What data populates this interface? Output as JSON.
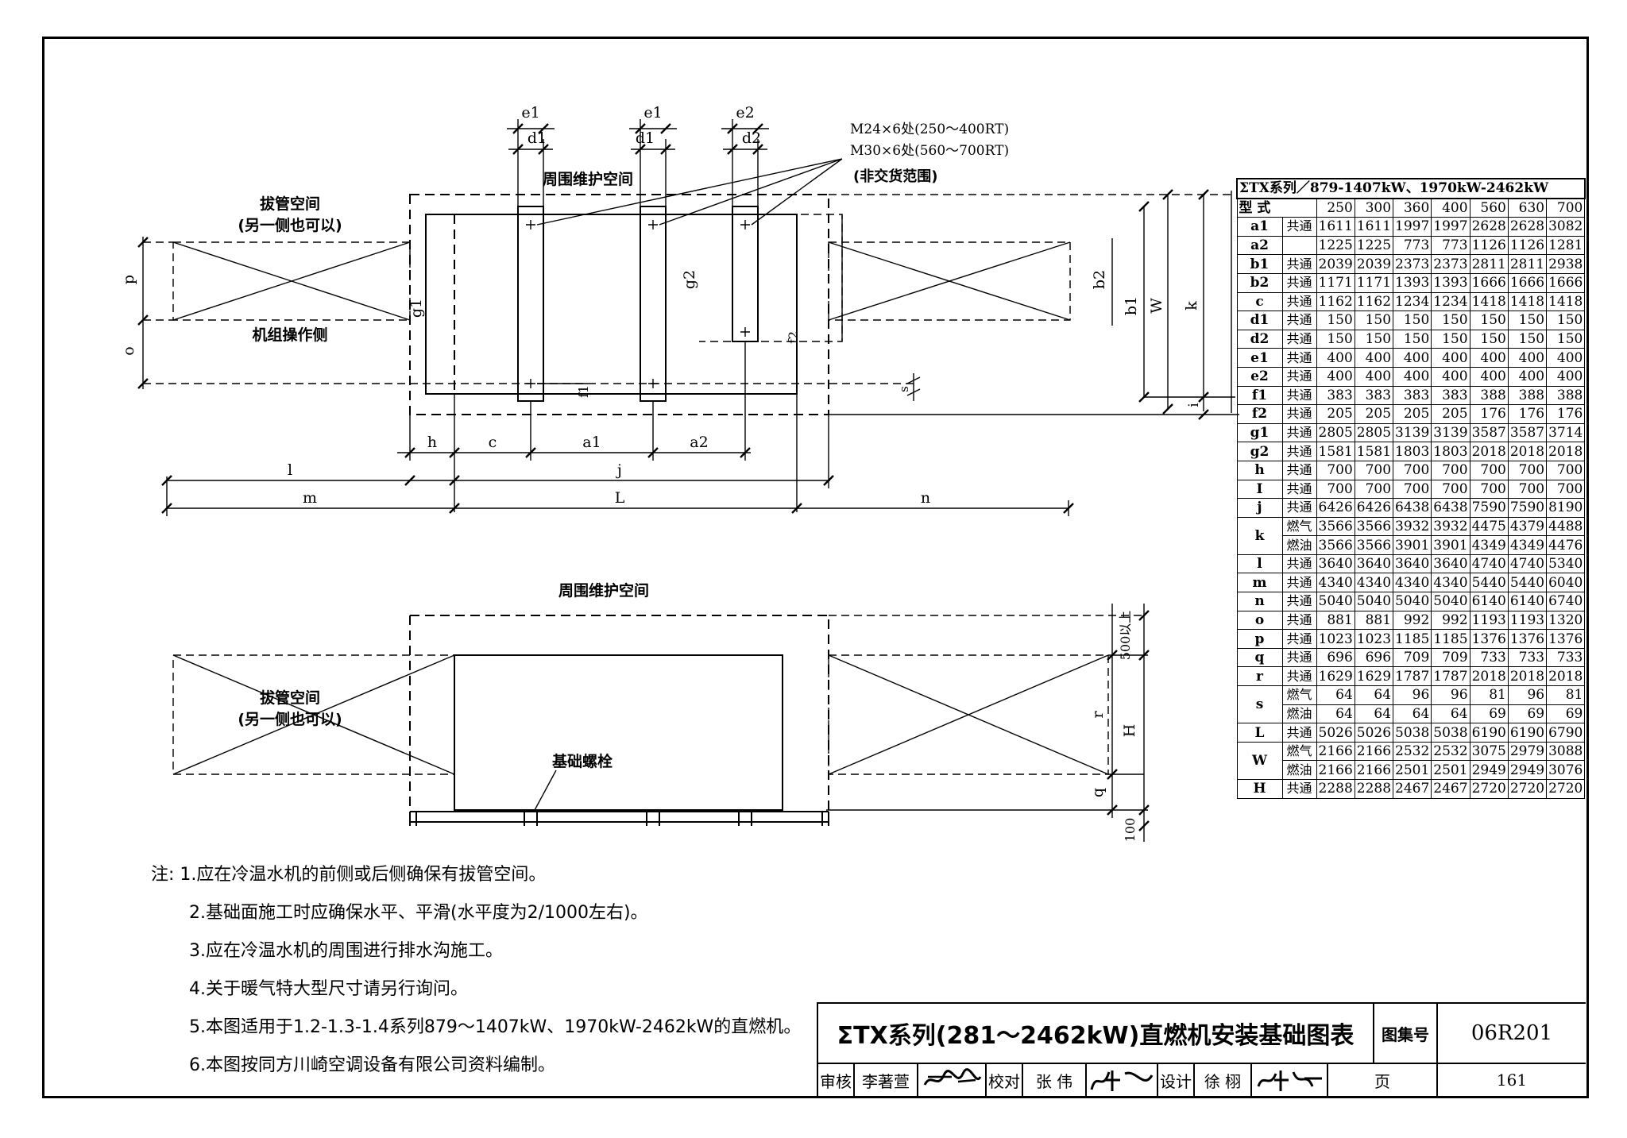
{
  "plan": {
    "clear_space_label": "周围维护空间",
    "pull_space_label_1": "拔管空间",
    "pull_space_label_2": "(另一侧也可以)",
    "operation_side_label": "机组操作侧",
    "bolt_note_1": "M24×6处(250～400RT)",
    "bolt_note_2": "M30×6处(560～700RT)",
    "bolt_note_3": "(非交货范围)",
    "dims": {
      "e1a": "e1",
      "d1a": "d1",
      "e1b": "e1",
      "d1b": "d1",
      "e2": "e2",
      "d2": "d2",
      "p": "p",
      "o": "o",
      "g1": "g1",
      "g2": "g2",
      "b2": "b2",
      "b1": "b1",
      "W": "W",
      "k": "k",
      "f1": "f1",
      "f2": "f2",
      "s": "s",
      "i": "i",
      "h": "h",
      "c": "c",
      "a1": "a1",
      "a2": "a2",
      "l": "l",
      "j": "j",
      "m": "m",
      "L": "L",
      "n": "n"
    }
  },
  "elevation": {
    "clear_space_label": "周围维护空间",
    "pull_space_label_1": "拔管空间",
    "pull_space_label_2": "(另一侧也可以)",
    "bolt_label": "基础螺栓",
    "dim_500": "500以上",
    "dim_r": "r",
    "dim_H": "H",
    "dim_q": "q",
    "dim_100": "100"
  },
  "spec_table": {
    "caption": "ΣTX系列／879-1407kW、1970kW-2462kW",
    "header_label": "型  式",
    "models": [
      "250",
      "300",
      "360",
      "400",
      "560",
      "630",
      "700"
    ],
    "rows": [
      {
        "sym": "a1",
        "type": "共通",
        "vals": [
          "1611",
          "1611",
          "1997",
          "1997",
          "2628",
          "2628",
          "3082"
        ]
      },
      {
        "sym": "a2",
        "type": "",
        "vals": [
          "1225",
          "1225",
          "773",
          "773",
          "1126",
          "1126",
          "1281"
        ]
      },
      {
        "sym": "b1",
        "type": "共通",
        "vals": [
          "2039",
          "2039",
          "2373",
          "2373",
          "2811",
          "2811",
          "2938"
        ]
      },
      {
        "sym": "b2",
        "type": "共通",
        "vals": [
          "1171",
          "1171",
          "1393",
          "1393",
          "1666",
          "1666",
          "1666"
        ]
      },
      {
        "sym": "c",
        "type": "共通",
        "vals": [
          "1162",
          "1162",
          "1234",
          "1234",
          "1418",
          "1418",
          "1418"
        ]
      },
      {
        "sym": "d1",
        "type": "共通",
        "vals": [
          "150",
          "150",
          "150",
          "150",
          "150",
          "150",
          "150"
        ]
      },
      {
        "sym": "d2",
        "type": "共通",
        "vals": [
          "150",
          "150",
          "150",
          "150",
          "150",
          "150",
          "150"
        ]
      },
      {
        "sym": "e1",
        "type": "共通",
        "vals": [
          "400",
          "400",
          "400",
          "400",
          "400",
          "400",
          "400"
        ]
      },
      {
        "sym": "e2",
        "type": "共通",
        "vals": [
          "400",
          "400",
          "400",
          "400",
          "400",
          "400",
          "400"
        ]
      },
      {
        "sym": "f1",
        "type": "共通",
        "vals": [
          "383",
          "383",
          "383",
          "383",
          "388",
          "388",
          "388"
        ]
      },
      {
        "sym": "f2",
        "type": "共通",
        "vals": [
          "205",
          "205",
          "205",
          "205",
          "176",
          "176",
          "176"
        ]
      },
      {
        "sym": "g1",
        "type": "共通",
        "vals": [
          "2805",
          "2805",
          "3139",
          "3139",
          "3587",
          "3587",
          "3714"
        ]
      },
      {
        "sym": "g2",
        "type": "共通",
        "vals": [
          "1581",
          "1581",
          "1803",
          "1803",
          "2018",
          "2018",
          "2018"
        ]
      },
      {
        "sym": "h",
        "type": "共通",
        "vals": [
          "700",
          "700",
          "700",
          "700",
          "700",
          "700",
          "700"
        ]
      },
      {
        "sym": "I",
        "type": "共通",
        "vals": [
          "700",
          "700",
          "700",
          "700",
          "700",
          "700",
          "700"
        ]
      },
      {
        "sym": "j",
        "type": "共通",
        "vals": [
          "6426",
          "6426",
          "6438",
          "6438",
          "7590",
          "7590",
          "8190"
        ]
      },
      {
        "sym": "k",
        "type": "燃气",
        "vals": [
          "3566",
          "3566",
          "3932",
          "3932",
          "4475",
          "4379",
          "4488"
        ],
        "span": 2
      },
      {
        "sym": "",
        "type": "燃油",
        "vals": [
          "3566",
          "3566",
          "3901",
          "3901",
          "4349",
          "4349",
          "4476"
        ]
      },
      {
        "sym": "l",
        "type": "共通",
        "vals": [
          "3640",
          "3640",
          "3640",
          "3640",
          "4740",
          "4740",
          "5340"
        ]
      },
      {
        "sym": "m",
        "type": "共通",
        "vals": [
          "4340",
          "4340",
          "4340",
          "4340",
          "5440",
          "5440",
          "6040"
        ]
      },
      {
        "sym": "n",
        "type": "共通",
        "vals": [
          "5040",
          "5040",
          "5040",
          "5040",
          "6140",
          "6140",
          "6740"
        ]
      },
      {
        "sym": "o",
        "type": "共通",
        "vals": [
          "881",
          "881",
          "992",
          "992",
          "1193",
          "1193",
          "1320"
        ]
      },
      {
        "sym": "p",
        "type": "共通",
        "vals": [
          "1023",
          "1023",
          "1185",
          "1185",
          "1376",
          "1376",
          "1376"
        ]
      },
      {
        "sym": "q",
        "type": "共通",
        "vals": [
          "696",
          "696",
          "709",
          "709",
          "733",
          "733",
          "733"
        ]
      },
      {
        "sym": "r",
        "type": "共通",
        "vals": [
          "1629",
          "1629",
          "1787",
          "1787",
          "2018",
          "2018",
          "2018"
        ]
      },
      {
        "sym": "s",
        "type": "燃气",
        "vals": [
          "64",
          "64",
          "96",
          "96",
          "81",
          "96",
          "81"
        ],
        "span": 2
      },
      {
        "sym": "",
        "type": "燃油",
        "vals": [
          "64",
          "64",
          "64",
          "64",
          "69",
          "69",
          "69"
        ]
      },
      {
        "sym": "L",
        "type": "共通",
        "vals": [
          "5026",
          "5026",
          "5038",
          "5038",
          "6190",
          "6190",
          "6790"
        ]
      },
      {
        "sym": "W",
        "type": "燃气",
        "vals": [
          "2166",
          "2166",
          "2532",
          "2532",
          "3075",
          "2979",
          "3088"
        ],
        "span": 2
      },
      {
        "sym": "",
        "type": "燃油",
        "vals": [
          "2166",
          "2166",
          "2501",
          "2501",
          "2949",
          "2949",
          "3076"
        ]
      },
      {
        "sym": "H",
        "type": "共通",
        "vals": [
          "2288",
          "2288",
          "2467",
          "2467",
          "2720",
          "2720",
          "2720"
        ]
      }
    ]
  },
  "notes": {
    "prefix": "注:",
    "items": [
      "1.应在冷温水机的前侧或后侧确保有拔管空间。",
      "2.基础面施工时应确保水平、平滑(水平度为2/1000左右)。",
      "3.应在冷温水机的周围进行排水沟施工。",
      "4.关于暖气特大型尺寸请另行询问。",
      "5.本图适用于1.2-1.3-1.4系列879～1407kW、1970kW-2462kW的直燃机。",
      "6.本图按同方川崎空调设备有限公司资料编制。"
    ]
  },
  "title_block": {
    "title": "ΣTX系列(281～2462kW)直燃机安装基础图表",
    "atlas_label": "图集号",
    "atlas_no": "06R201",
    "review_label": "审核",
    "reviewer": "李著萱",
    "check_label": "校对",
    "checker": "张 伟",
    "design_label": "设计",
    "designer": "徐 栩",
    "page_label": "页",
    "page_no": "161"
  }
}
